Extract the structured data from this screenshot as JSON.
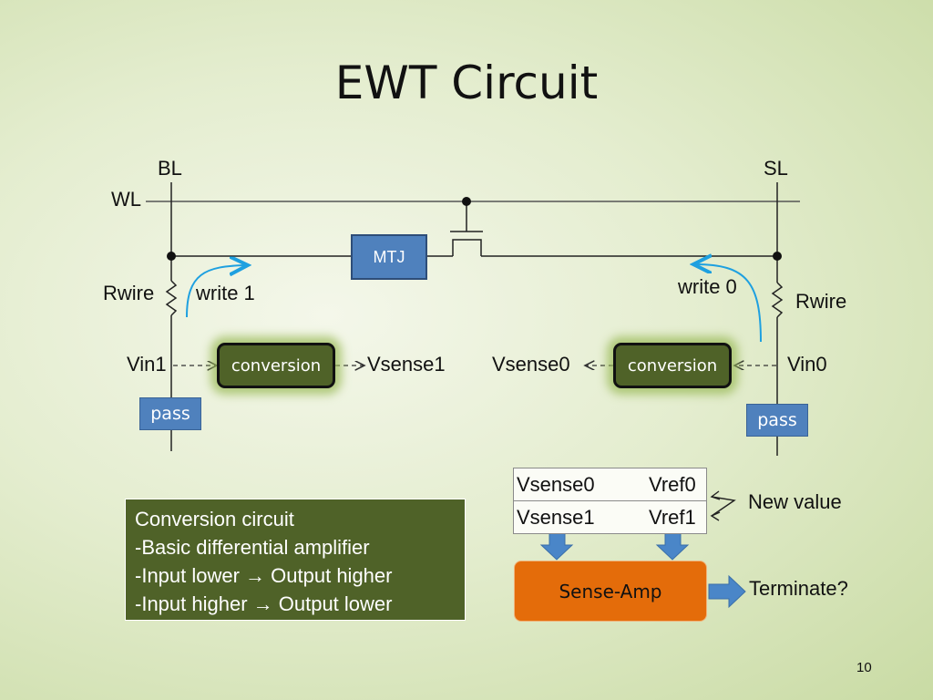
{
  "title": "EWT Circuit",
  "circuit": {
    "bl_label": "BL",
    "sl_label": "SL",
    "wl_label": "WL",
    "mtj_label": "MTJ",
    "rwire_left": "Rwire",
    "rwire_right": "Rwire",
    "write1_label": "write 1",
    "write0_label": "write 0",
    "vin1_label": "Vin1",
    "vin0_label": "Vin0",
    "vsense1_label": "Vsense1",
    "vsense0_label": "Vsense0",
    "conversion_left": "conversion",
    "conversion_right": "conversion",
    "pass_left": "pass",
    "pass_right": "pass"
  },
  "note": {
    "lines": [
      "Conversion circuit",
      "-Basic differential amplifier",
      "-Input lower → Output higher",
      "-Input higher → Output lower"
    ]
  },
  "compare_table": {
    "rows": [
      {
        "sense": "Vsense0",
        "ref": "Vref0"
      },
      {
        "sense": "Vsense1",
        "ref": "Vref1"
      }
    ],
    "new_value_label": "New value"
  },
  "sense_amp": {
    "label": "Sense-Amp",
    "output_label": "Terminate?"
  },
  "colors": {
    "box_blue": "#4f81bd",
    "box_green": "#4f6228",
    "sense_orange": "#e46c0a",
    "arrow_blue": "#4a86c8",
    "write_arrow": "#1ea0e0"
  },
  "page_number": "10"
}
